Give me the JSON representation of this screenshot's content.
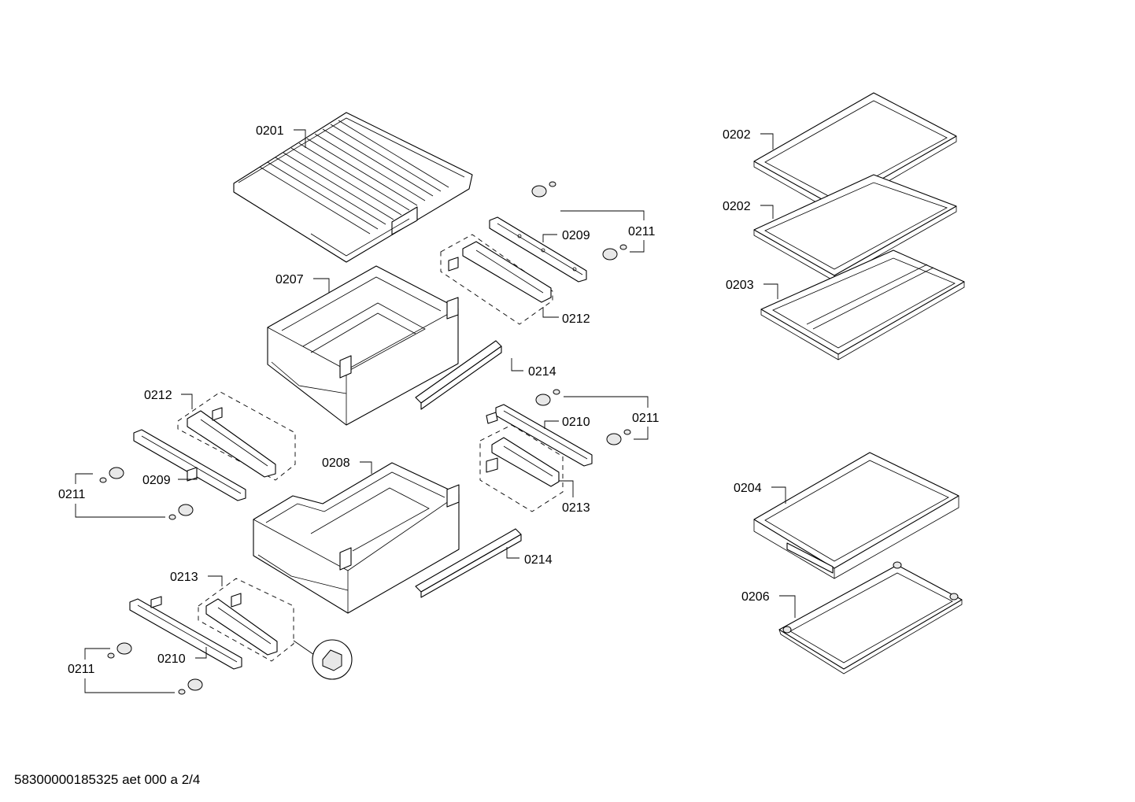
{
  "callouts": {
    "c0201": "0201",
    "c0202a": "0202",
    "c0202b": "0202",
    "c0203": "0203",
    "c0204": "0204",
    "c0206": "0206",
    "c0207": "0207",
    "c0208": "0208",
    "c0209a": "0209",
    "c0209b": "0209",
    "c0210a": "0210",
    "c0210b": "0210",
    "c0211a": "0211",
    "c0211b": "0211",
    "c0211c": "0211",
    "c0211d": "0211",
    "c0212a": "0212",
    "c0212b": "0212",
    "c0213a": "0213",
    "c0213b": "0213",
    "c0214a": "0214",
    "c0214b": "0214"
  },
  "footer": {
    "document_id": "58300000185325 aet 000 a 2/4"
  }
}
